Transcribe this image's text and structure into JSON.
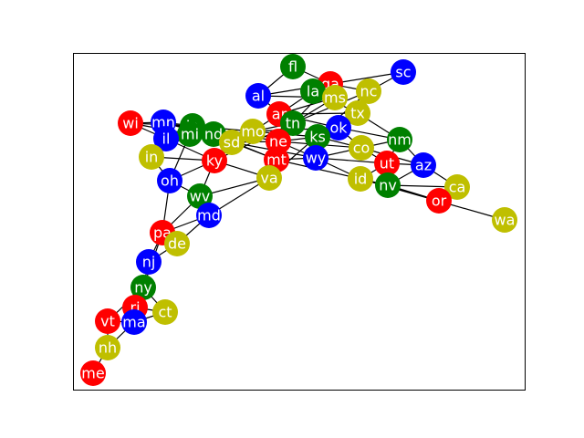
{
  "graph": {
    "node_colors": {
      "red": "#ff0000",
      "blue": "#0000ff",
      "green": "#008000",
      "yellow": "#bfbf00"
    },
    "nodes": [
      {
        "id": "fl",
        "color": "green"
      },
      {
        "id": "sc",
        "color": "blue"
      },
      {
        "id": "ga",
        "color": "red"
      },
      {
        "id": "al",
        "color": "blue"
      },
      {
        "id": "la",
        "color": "green"
      },
      {
        "id": "ms",
        "color": "yellow"
      },
      {
        "id": "nc",
        "color": "yellow"
      },
      {
        "id": "tx",
        "color": "yellow"
      },
      {
        "id": "ar",
        "color": "red"
      },
      {
        "id": "tn",
        "color": "green"
      },
      {
        "id": "ok",
        "color": "blue"
      },
      {
        "id": "wi",
        "color": "red"
      },
      {
        "id": "mn",
        "color": "blue"
      },
      {
        "id": "ia",
        "color": "green"
      },
      {
        "id": "mi",
        "color": "green"
      },
      {
        "id": "il",
        "color": "blue"
      },
      {
        "id": "nd",
        "color": "green"
      },
      {
        "id": "mo",
        "color": "yellow"
      },
      {
        "id": "sd",
        "color": "yellow"
      },
      {
        "id": "ne",
        "color": "red"
      },
      {
        "id": "ks",
        "color": "green"
      },
      {
        "id": "co",
        "color": "yellow"
      },
      {
        "id": "nm",
        "color": "green"
      },
      {
        "id": "in",
        "color": "yellow"
      },
      {
        "id": "ky",
        "color": "red"
      },
      {
        "id": "mt",
        "color": "red"
      },
      {
        "id": "wy",
        "color": "blue"
      },
      {
        "id": "ut",
        "color": "red"
      },
      {
        "id": "az",
        "color": "blue"
      },
      {
        "id": "oh",
        "color": "blue"
      },
      {
        "id": "va",
        "color": "yellow"
      },
      {
        "id": "id",
        "color": "yellow"
      },
      {
        "id": "nv",
        "color": "green"
      },
      {
        "id": "ca",
        "color": "yellow"
      },
      {
        "id": "or",
        "color": "red"
      },
      {
        "id": "wv",
        "color": "green"
      },
      {
        "id": "md",
        "color": "blue"
      },
      {
        "id": "wa",
        "color": "yellow"
      },
      {
        "id": "pa",
        "color": "red"
      },
      {
        "id": "de",
        "color": "yellow"
      },
      {
        "id": "nj",
        "color": "blue"
      },
      {
        "id": "ny",
        "color": "green"
      },
      {
        "id": "ri",
        "color": "red"
      },
      {
        "id": "ct",
        "color": "yellow"
      },
      {
        "id": "vt",
        "color": "red"
      },
      {
        "id": "ma",
        "color": "blue"
      },
      {
        "id": "nh",
        "color": "yellow"
      },
      {
        "id": "me",
        "color": "red"
      }
    ],
    "edges": [
      [
        "fl",
        "al"
      ],
      [
        "fl",
        "ga"
      ],
      [
        "sc",
        "ga"
      ],
      [
        "sc",
        "nc"
      ],
      [
        "ga",
        "al"
      ],
      [
        "ga",
        "nc"
      ],
      [
        "ga",
        "tn"
      ],
      [
        "al",
        "ms"
      ],
      [
        "al",
        "tn"
      ],
      [
        "la",
        "ms"
      ],
      [
        "la",
        "ar"
      ],
      [
        "la",
        "tx"
      ],
      [
        "ms",
        "ar"
      ],
      [
        "ms",
        "tn"
      ],
      [
        "nc",
        "tn"
      ],
      [
        "nc",
        "va"
      ],
      [
        "tx",
        "ok"
      ],
      [
        "tx",
        "ar"
      ],
      [
        "tx",
        "nm"
      ],
      [
        "ar",
        "ok"
      ],
      [
        "ar",
        "mo"
      ],
      [
        "ar",
        "tn"
      ],
      [
        "tn",
        "ky"
      ],
      [
        "tn",
        "mo"
      ],
      [
        "tn",
        "va"
      ],
      [
        "ok",
        "ks"
      ],
      [
        "ok",
        "co"
      ],
      [
        "ok",
        "nm"
      ],
      [
        "ok",
        "mo"
      ],
      [
        "wi",
        "mn"
      ],
      [
        "wi",
        "ia"
      ],
      [
        "wi",
        "il"
      ],
      [
        "wi",
        "mi"
      ],
      [
        "mn",
        "ia"
      ],
      [
        "mn",
        "nd"
      ],
      [
        "mn",
        "sd"
      ],
      [
        "ia",
        "il"
      ],
      [
        "ia",
        "mo"
      ],
      [
        "ia",
        "ne"
      ],
      [
        "ia",
        "sd"
      ],
      [
        "mi",
        "in"
      ],
      [
        "mi",
        "oh"
      ],
      [
        "il",
        "in"
      ],
      [
        "il",
        "ky"
      ],
      [
        "il",
        "mo"
      ],
      [
        "nd",
        "sd"
      ],
      [
        "nd",
        "mt"
      ],
      [
        "mo",
        "ky"
      ],
      [
        "mo",
        "ne"
      ],
      [
        "mo",
        "ks"
      ],
      [
        "sd",
        "ne"
      ],
      [
        "sd",
        "mt"
      ],
      [
        "sd",
        "wy"
      ],
      [
        "ne",
        "ks"
      ],
      [
        "ne",
        "co"
      ],
      [
        "ne",
        "wy"
      ],
      [
        "ks",
        "co"
      ],
      [
        "co",
        "nm"
      ],
      [
        "co",
        "ut"
      ],
      [
        "co",
        "wy"
      ],
      [
        "co",
        "az"
      ],
      [
        "nm",
        "az"
      ],
      [
        "nm",
        "ut"
      ],
      [
        "in",
        "ky"
      ],
      [
        "in",
        "oh"
      ],
      [
        "ky",
        "oh"
      ],
      [
        "ky",
        "wv"
      ],
      [
        "ky",
        "va"
      ],
      [
        "mt",
        "id"
      ],
      [
        "mt",
        "wy"
      ],
      [
        "wy",
        "id"
      ],
      [
        "wy",
        "ut"
      ],
      [
        "ut",
        "id"
      ],
      [
        "ut",
        "az"
      ],
      [
        "ut",
        "nv"
      ],
      [
        "az",
        "ca"
      ],
      [
        "az",
        "nv"
      ],
      [
        "oh",
        "wv"
      ],
      [
        "oh",
        "pa"
      ],
      [
        "va",
        "wv"
      ],
      [
        "va",
        "md"
      ],
      [
        "id",
        "nv"
      ],
      [
        "id",
        "or"
      ],
      [
        "id",
        "wa"
      ],
      [
        "nv",
        "ca"
      ],
      [
        "nv",
        "or"
      ],
      [
        "ca",
        "or"
      ],
      [
        "wv",
        "md"
      ],
      [
        "wv",
        "pa"
      ],
      [
        "md",
        "pa"
      ],
      [
        "md",
        "de"
      ],
      [
        "pa",
        "de"
      ],
      [
        "pa",
        "nj"
      ],
      [
        "pa",
        "ny"
      ],
      [
        "de",
        "nj"
      ],
      [
        "nj",
        "ny"
      ],
      [
        "ny",
        "ct"
      ],
      [
        "ny",
        "ma"
      ],
      [
        "ny",
        "vt"
      ],
      [
        "ri",
        "ct"
      ],
      [
        "ri",
        "ma"
      ],
      [
        "ct",
        "ma"
      ],
      [
        "vt",
        "ma"
      ],
      [
        "vt",
        "nh"
      ],
      [
        "ma",
        "nh"
      ],
      [
        "nh",
        "me"
      ]
    ]
  }
}
